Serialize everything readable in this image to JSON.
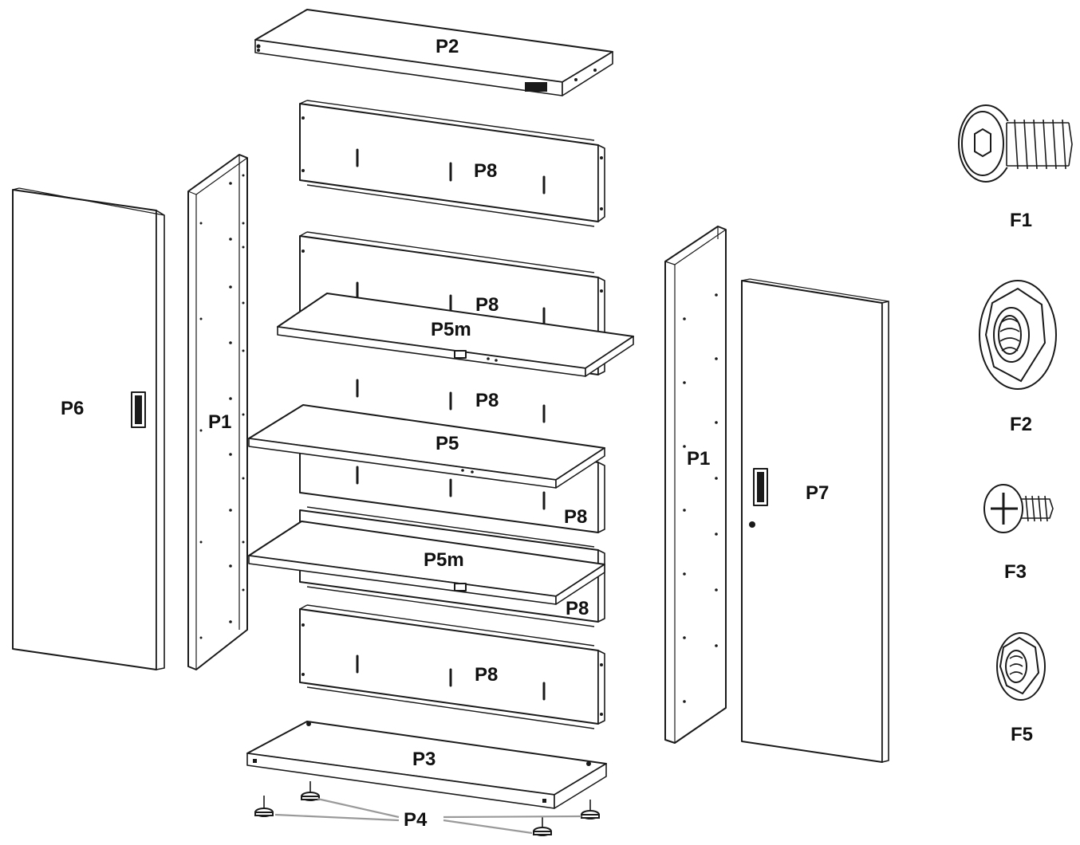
{
  "parts": {
    "top": "P2",
    "back_panels": [
      "P8",
      "P8",
      "P8",
      "P8",
      "P8",
      "P8"
    ],
    "shelf_mid_upper": "P5m",
    "shelf_center": "P5",
    "shelf_mid_lower": "P5m",
    "side_left": "P1",
    "side_right": "P1",
    "door_left": "P6",
    "door_right": "P7",
    "bottom": "P3",
    "feet": "P4"
  },
  "fasteners": [
    "F1",
    "F2",
    "F3",
    "F5"
  ]
}
